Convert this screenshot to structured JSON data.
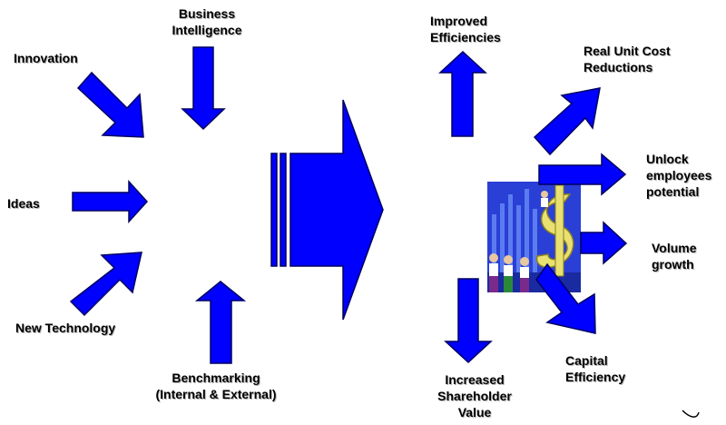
{
  "inputs": {
    "innovation": "Innovation",
    "business_intelligence": [
      "Business",
      "Intelligence"
    ],
    "ideas": "Ideas",
    "new_technology": "New Technology",
    "benchmarking": [
      "Benchmarking",
      "(Internal & External)"
    ]
  },
  "outcomes": {
    "improved_efficiencies": [
      "Improved",
      "Efficiencies"
    ],
    "real_unit_cost": [
      "Real Unit Cost",
      "Reductions"
    ],
    "unlock_employees": [
      "Unlock",
      "employees",
      "potential"
    ],
    "volume_growth": [
      "Volume",
      "growth"
    ],
    "capital_efficiency": [
      "Capital",
      "Efficiency"
    ],
    "shareholder_value": [
      "Increased",
      "Shareholder",
      "Value"
    ]
  },
  "colors": {
    "arrow_fill": "#0000ff",
    "arrow_stroke": "#000060",
    "clipart_background": "#2a3fd6",
    "dollar_sign": "#e8e070"
  },
  "icons": {
    "center": "big-right-arrow-icon",
    "clipart": "business-people-dollar-clipart"
  }
}
